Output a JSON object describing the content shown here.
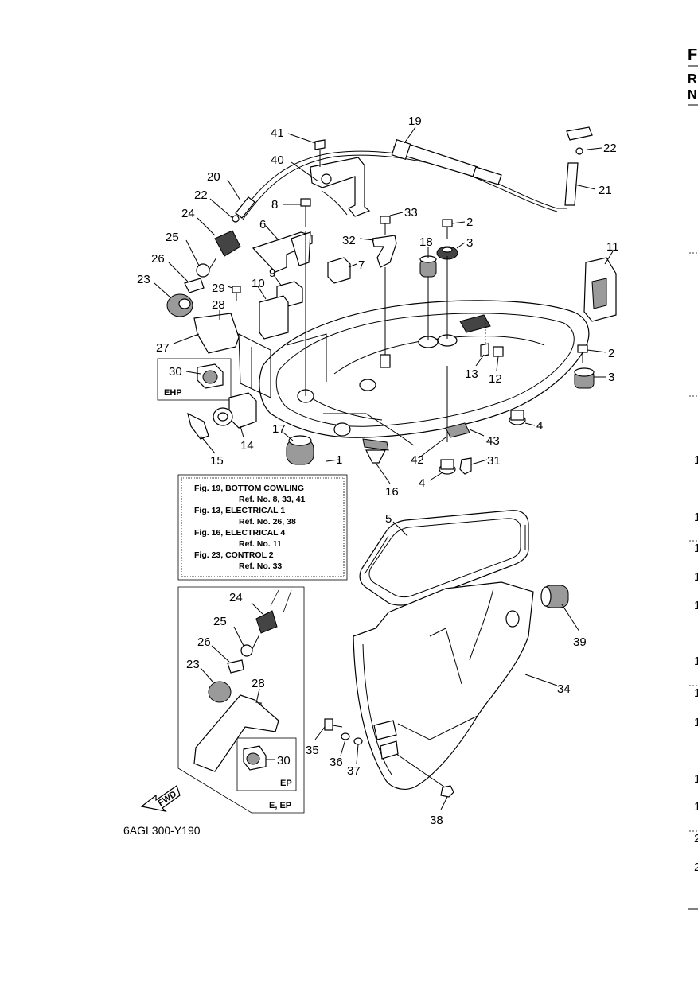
{
  "edge_letters": [
    "F",
    "R",
    "N"
  ],
  "edge_numbers": [
    "1",
    "1",
    "1",
    "1",
    "1",
    "1",
    "1",
    "1",
    "1",
    "1",
    "2",
    "2"
  ],
  "callouts": {
    "c41": "41",
    "c19": "19",
    "c22a": "22",
    "c40": "40",
    "c20": "20",
    "c21": "21",
    "c22b": "22",
    "c8": "8",
    "c33": "33",
    "c24a": "24",
    "c6": "6",
    "c2a": "2",
    "c25a": "25",
    "c32": "32",
    "c18": "18",
    "c3a": "3",
    "c11": "11",
    "c26a": "26",
    "c7": "7",
    "c9": "9",
    "c23a": "23",
    "c29": "29",
    "c10": "10",
    "c28a": "28",
    "c27": "27",
    "c2b": "2",
    "c13": "13",
    "c12": "12",
    "c3b": "3",
    "c30a": "30",
    "c4a": "4",
    "c17": "17",
    "c14": "14",
    "c15": "15",
    "c1": "1",
    "c42": "42",
    "c43": "43",
    "c31": "31",
    "c4b": "4",
    "c16": "16",
    "c5": "5",
    "c39": "39",
    "c24b": "24",
    "c25b": "25",
    "c26b": "26",
    "c23b": "23",
    "c28b": "28",
    "c34": "34",
    "c30b": "30",
    "c35": "35",
    "c36": "36",
    "c37": "37",
    "c38": "38"
  },
  "variant_tags": {
    "ehp": "EHP",
    "ep": "EP",
    "e_ep": "E, EP"
  },
  "reference_box": [
    {
      "fig": "Fig. 19, BOTTOM COWLING",
      "ref": "Ref. No. 8, 33, 41"
    },
    {
      "fig": "Fig. 13, ELECTRICAL 1",
      "ref": "Ref. No. 26, 38"
    },
    {
      "fig": "Fig. 16, ELECTRICAL 4",
      "ref": "Ref. No. 11"
    },
    {
      "fig": "Fig. 23, CONTROL 2",
      "ref": "Ref. No. 33"
    }
  ],
  "fwd_label": "FWD",
  "diagram_code": "6AGL300-Y190"
}
